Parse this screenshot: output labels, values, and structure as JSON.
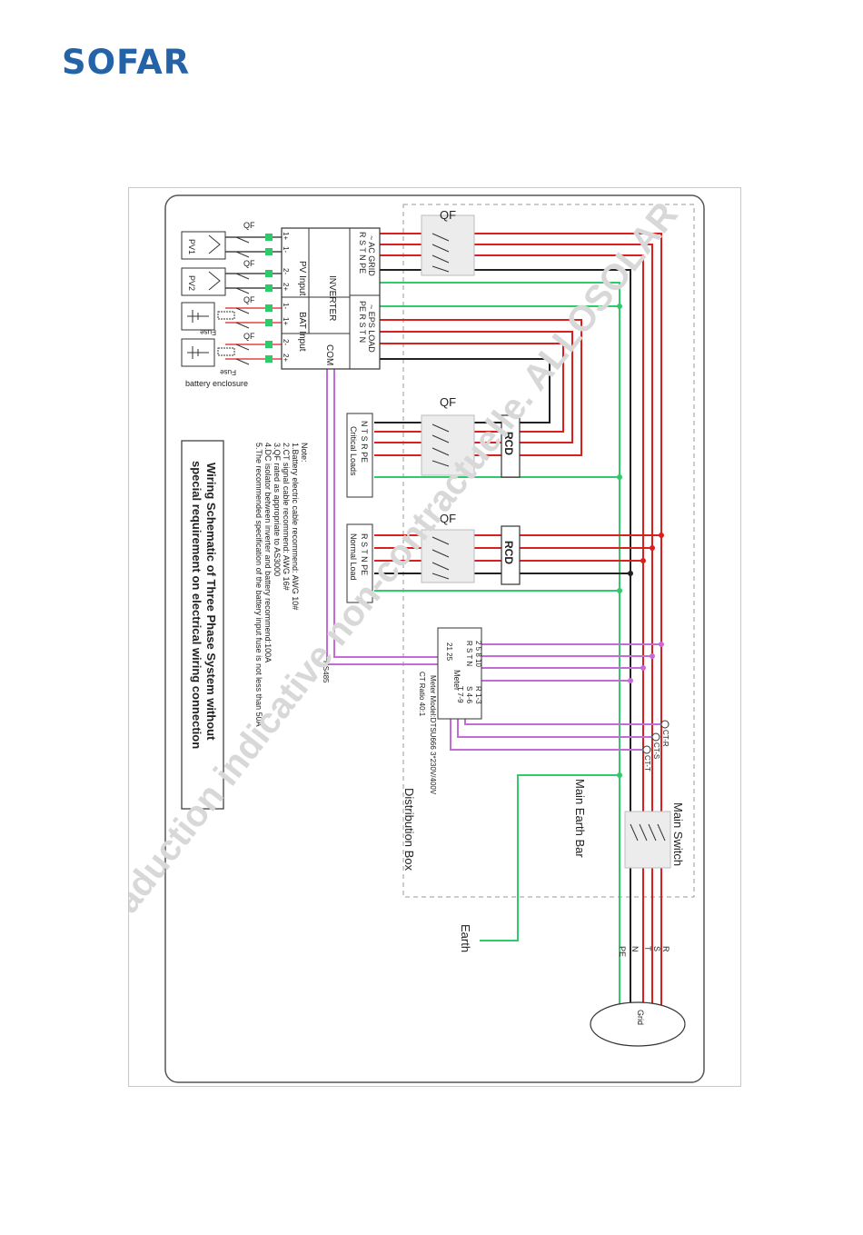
{
  "header": {
    "brand": "SOFAR"
  },
  "diagram": {
    "title_line1": "Wiring Schematic of Three Phase System  without",
    "title_line2": "special requirement on electrical wiring connection",
    "notes": {
      "heading": "Note:",
      "items": [
        "1.Battery electric cable recommend: AWG 10#",
        "2.CT signal cable recommend: AWG 16#",
        "3.QF rated as appropriate to AS3000",
        "4.DC isolator between inverter and battery recommend:100A",
        "5.The recommended specification of the battery input fuse is not less than 50A"
      ]
    },
    "inverter": {
      "label": "INVERTER",
      "pv_input": "PV Input",
      "bat_input": "BAT Input",
      "com": "COM",
      "ac_grid": "~ AC GRID",
      "ac_grid_terms": "R  S  T  N  PE",
      "eps_load": "~ EPS LOAD",
      "eps_terms": "PE  R  S  T  N",
      "dc_terms": [
        "1+",
        "1-",
        "2-",
        "2+",
        "1-",
        "1+",
        "2-",
        "2+"
      ]
    },
    "sources": {
      "pv1": "PV1",
      "pv2": "PV2",
      "fuse": "Fuse",
      "battery_enclosure": "battery enclosure",
      "qf": "QF"
    },
    "distribution": {
      "label": "Distribution Box",
      "qf": "QF",
      "rcd": "RCD",
      "critical_loads": "Critical Loads",
      "critical_terms": "N  T  S  R  PE",
      "normal_load": "Normal Load",
      "normal_terms": "R  S  T  N  PE",
      "rs485": "RS485",
      "meter_label": "Meter",
      "meter_terms_a": "2  5  8  10",
      "meter_terms_b": "R  S  T  N",
      "meter_terms_c": "21  25",
      "meter_terms_d": "R 1-3",
      "meter_terms_e": "S 4-6",
      "meter_terms_f": "T 7-9",
      "meter_model": "Meter Model:DTSU666 3*230V/400V",
      "ct_ratio": "CT Ratio 40:1",
      "ct_r": "CT-R",
      "ct_s": "CT-S",
      "ct_t": "CT-T",
      "main_switch": "Main Switch",
      "main_earth_bar": "Main Earth Bar",
      "earth": "Earth",
      "grid": "Grid",
      "grid_terms": [
        "R",
        "S",
        "T",
        "N",
        "PE"
      ]
    },
    "watermark": "Traduction indicative non-contractuelle. ALLOSOLAR",
    "colors": {
      "phase": "#d9201e",
      "neutral": "#222222",
      "earth": "#2fcb6a",
      "comm": "#c56bd8",
      "box_fill": "#ececec",
      "frame": "#555555",
      "brand": "#2563a8"
    }
  }
}
